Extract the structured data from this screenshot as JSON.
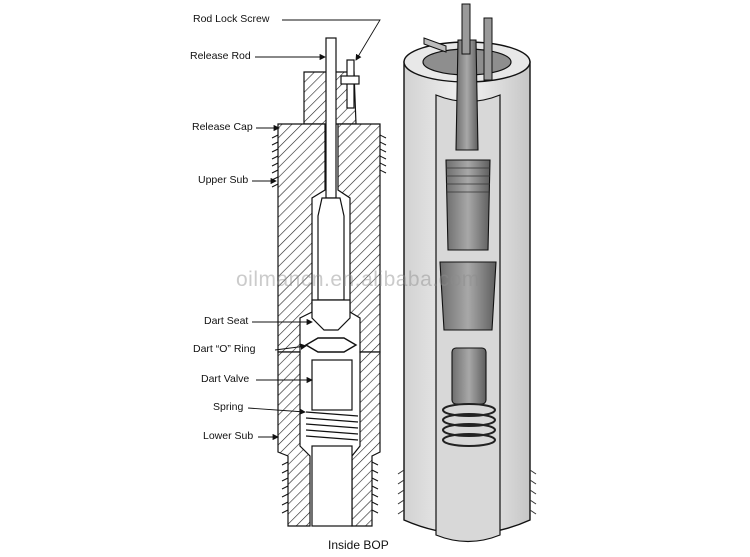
{
  "labels": {
    "rod_lock_screw": "Rod Lock Screw",
    "release_rod": "Release Rod",
    "release_cap": "Release Cap",
    "upper_sub": "Upper Sub",
    "dart_seat": "Dart Seat",
    "dart_o_ring": "Dart “O” Ring",
    "dart_valve": "Dart Valve",
    "spring": "Spring",
    "lower_sub": "Lower Sub"
  },
  "caption": "Inside BOP",
  "watermark": "oilmancn.en.alibaba.com",
  "colors": {
    "line": "#1a1a1a",
    "light_gray": "#e0e0e0",
    "mid_gray": "#b8b8b8",
    "dark_gray": "#7a7a7a"
  }
}
